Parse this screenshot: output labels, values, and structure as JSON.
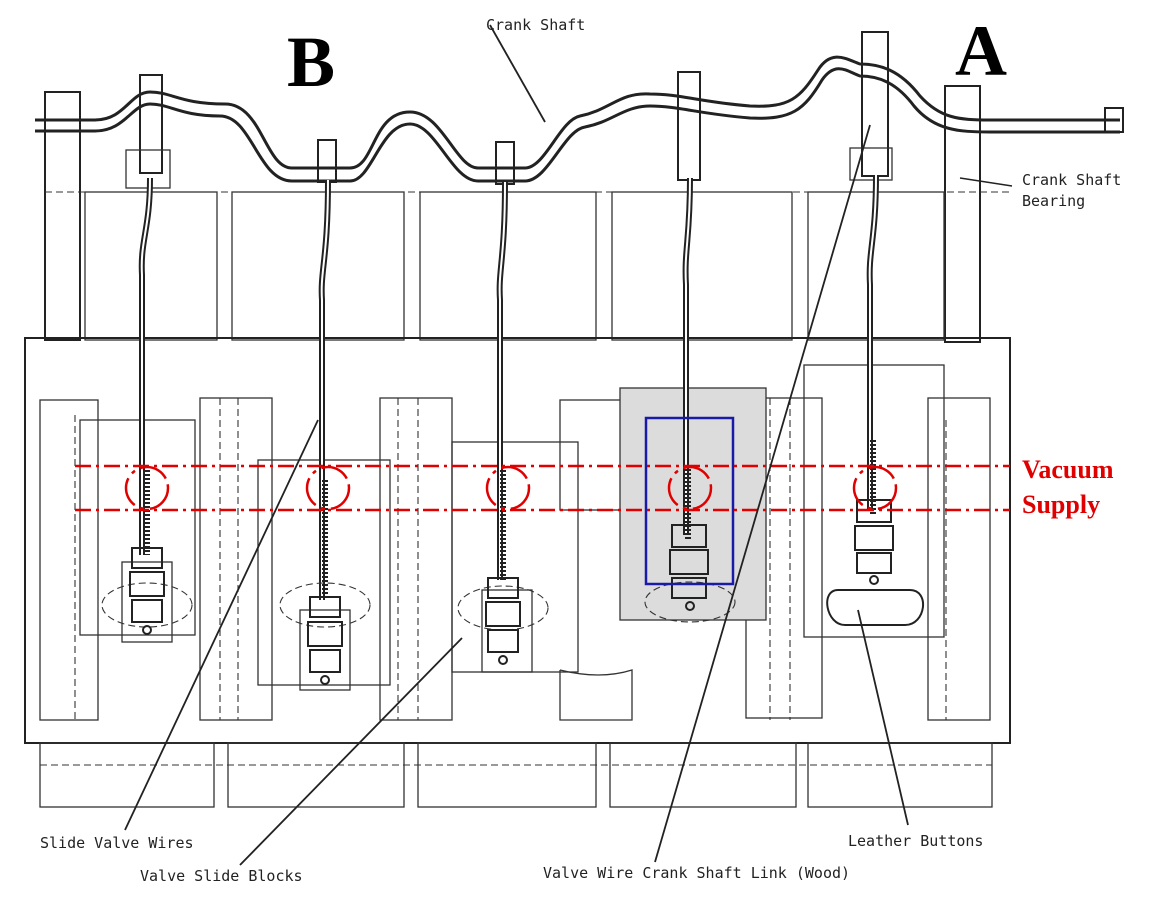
{
  "labels": {
    "corner_b": "B",
    "corner_a": "A",
    "crank_shaft": "Crank Shaft",
    "crank_shaft_bearing_1": "Crank Shaft",
    "crank_shaft_bearing_2": "Bearing",
    "vacuum_1": "Vacuum",
    "vacuum_2": "Supply",
    "slide_valve_wires": "Slide Valve Wires",
    "valve_slide_blocks": "Valve Slide Blocks",
    "valve_wire_link": "Valve Wire Crank Shaft Link (Wood)",
    "leather_buttons": "Leather Buttons"
  },
  "colors": {
    "line": "#222222",
    "vacuum_marker": "#e00000",
    "highlight_box": "#1a1aa8",
    "shaded_block": "#dcdcdc"
  }
}
